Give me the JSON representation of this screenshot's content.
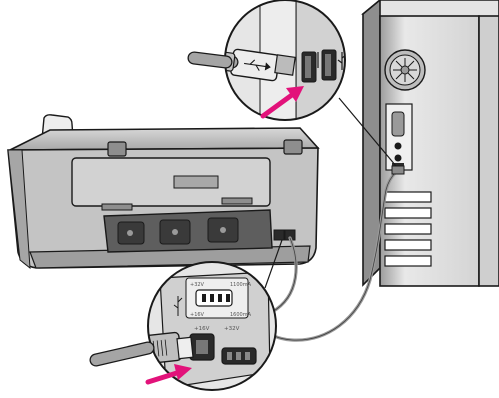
{
  "port_label": {
    "voltage_top_a": "+32V",
    "current_top_a": "1100mA",
    "voltage_top_b": "+16V",
    "current_top_b": "1600mA",
    "pin_left": "+16V",
    "pin_right": "+32V"
  },
  "colors": {
    "arrow": "#e2127a",
    "outline": "#1a1a1a",
    "device_gray": "#c9c9c9",
    "device_dark": "#8d8d8d"
  }
}
